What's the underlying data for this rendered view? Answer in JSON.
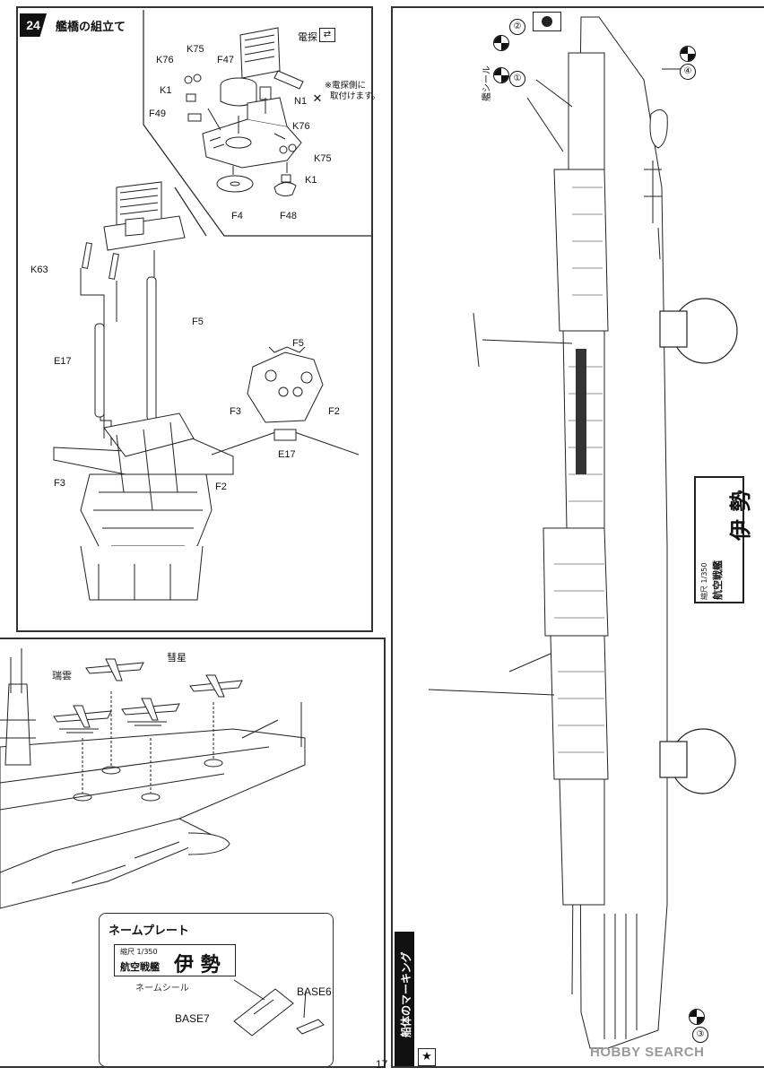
{
  "step": {
    "number": "24",
    "title": "艦橋の組立て",
    "labels": {
      "radar": "電探",
      "k75a": "K75",
      "k76a": "K76",
      "k1a": "K1",
      "f47": "F47",
      "f49": "F49",
      "n1": "N1",
      "radar_note_1": "※電探側に",
      "radar_note_2": "取付けます。",
      "k76b": "K76",
      "k75b": "K75",
      "k1b": "K1",
      "f4": "F4",
      "f48": "F48",
      "k63": "K63",
      "f5a": "F5",
      "e17a": "E17",
      "f5b": "F5",
      "f3a": "F3",
      "f2a": "F2",
      "e17b": "E17",
      "f3b": "F3",
      "f2b": "F2"
    }
  },
  "aircraft": {
    "suisei": "彗星",
    "zuiun": "瑞雲"
  },
  "nameplate": {
    "title": "ネームプレート",
    "scale_text": "縮尺 1/350",
    "type_text": "航空戦艦",
    "name_text": "伊 勢",
    "seal_label": "ネームシール",
    "base7": "BASE7",
    "base6": "BASE6"
  },
  "marking": {
    "title": "船体のマーキング",
    "seal_side_label": "艦シール",
    "circle_1": "①",
    "circle_2": "②",
    "circle_3": "③",
    "circle_4": "④",
    "plate_scale": "縮尺 1/350",
    "plate_type": "航空戦艦",
    "plate_name": "伊 勢"
  },
  "page_number": "17",
  "watermark": "HOBBY SEARCH",
  "icons": [
    "flag-icon",
    "swap-arrows-icon",
    "no-glue-icon",
    "star-icon"
  ]
}
